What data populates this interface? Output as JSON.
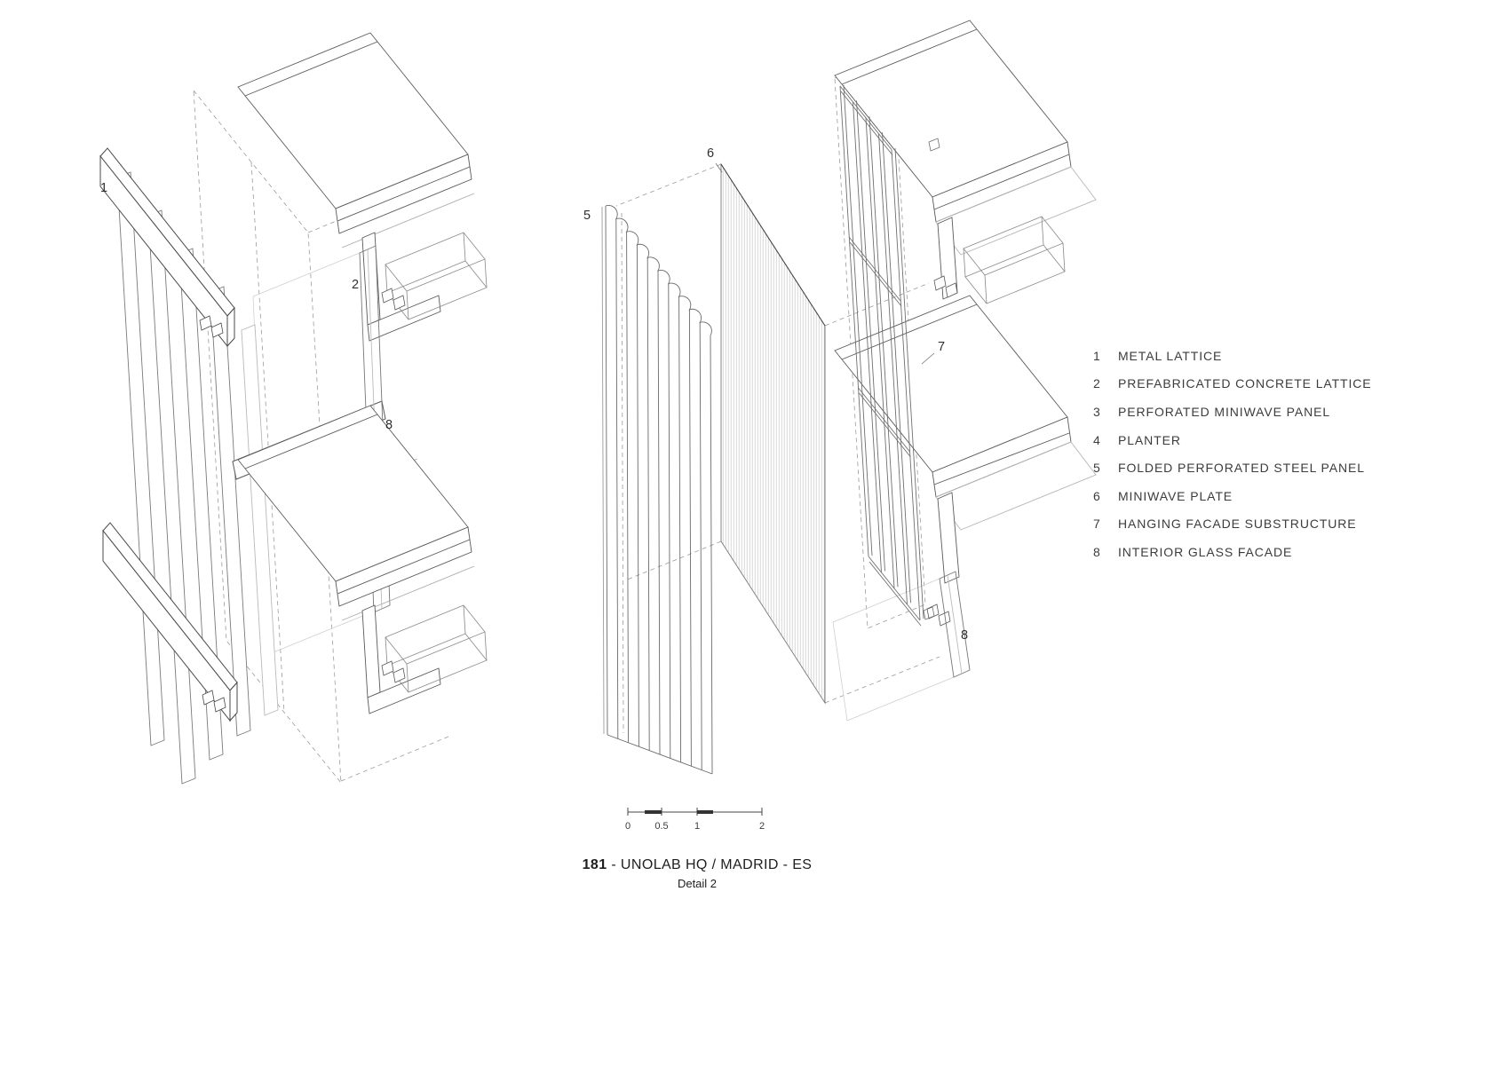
{
  "title": {
    "number": "181",
    "rest": " - UNOLAB HQ / MADRID - ES",
    "subtitle": "Detail 2"
  },
  "legend": {
    "items": [
      {
        "num": "1",
        "label": "METAL LATTICE"
      },
      {
        "num": "2",
        "label": "PREFABRICATED CONCRETE LATTICE"
      },
      {
        "num": "3",
        "label": "PERFORATED MINIWAVE PANEL"
      },
      {
        "num": "4",
        "label": "PLANTER"
      },
      {
        "num": "5",
        "label": "FOLDED PERFORATED STEEL PANEL"
      },
      {
        "num": "6",
        "label": "MINIWAVE PLATE"
      },
      {
        "num": "7",
        "label": "HANGING FACADE SUBSTRUCTURE"
      },
      {
        "num": "8",
        "label": "INTERIOR GLASS FACADE"
      }
    ]
  },
  "scalebar": {
    "ticks": [
      "0",
      "0.5",
      "1",
      "2"
    ]
  },
  "callouts": {
    "left_1": "1",
    "left_2": "2",
    "left_8": "8",
    "right_5": "5",
    "right_6": "6",
    "right_7": "7",
    "right_8": "8"
  },
  "colors": {
    "line": "#5f5f5f",
    "line_dark": "#3f3f3f",
    "line_light": "#c6c6c6",
    "dash": "#9b9b9b",
    "text": "#2f2f2f"
  }
}
